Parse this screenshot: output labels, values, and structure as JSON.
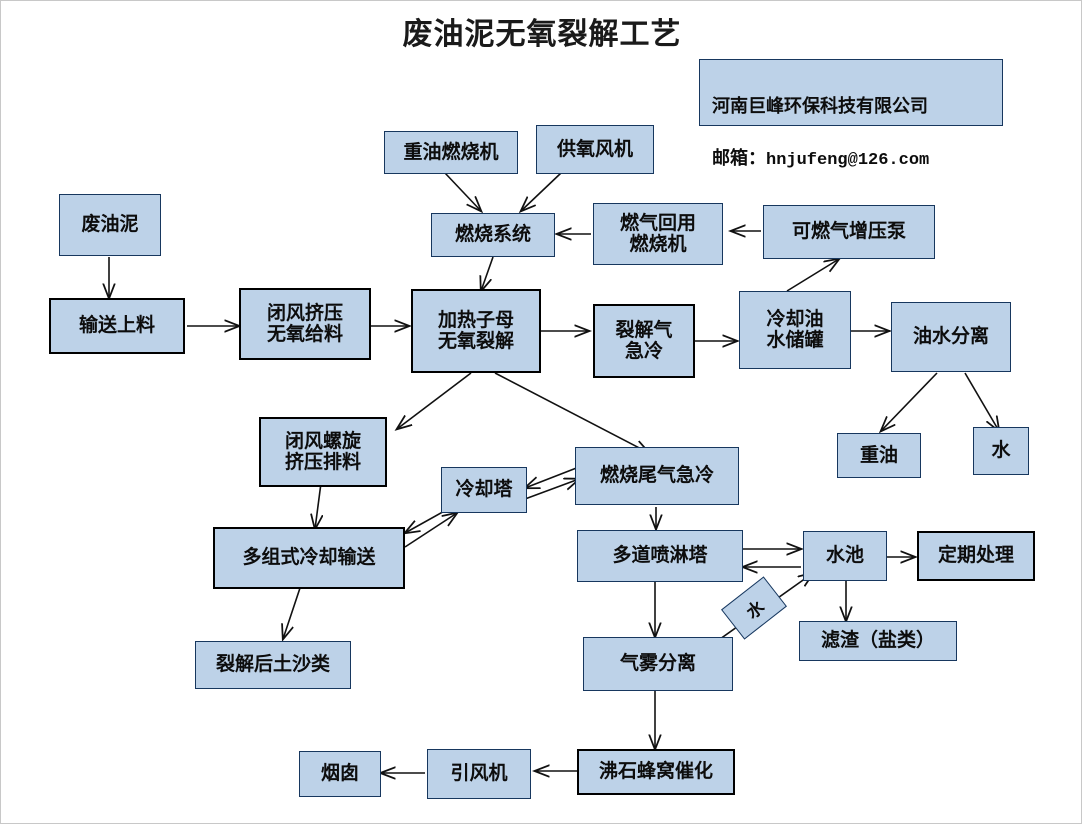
{
  "page": {
    "title": "废油泥无氧裂解工艺",
    "background_color": "#ffffff",
    "node_fill_color": "#bdd2e8",
    "node_border_color": "#17375e"
  },
  "info": {
    "company": "河南巨峰环保科技有限公司",
    "email_label": "邮箱：",
    "email": "hnjufeng@126.com"
  },
  "nodes": {
    "heavy_oil_burner": "重油燃烧机",
    "oxygen_fan": "供氧风机",
    "combustion_system": "燃烧系统",
    "gas_reuse_burner": "燃气回用\n燃烧机",
    "combustible_gas_pump": "可燃气增压泵",
    "waste_oil_sludge": "废油泥",
    "conveying_feeding": "输送上料",
    "airlock_extrusion_feed": "闭风挤压\n无氧给料",
    "heating_pyrolysis": "加热子母\n无氧裂解",
    "pyrolysis_gas_quench": "裂解气\n急冷",
    "cooling_oil_water_tank": "冷却油\n水储罐",
    "oil_water_separation": "油水分离",
    "heavy_oil": "重油",
    "water_out": "水",
    "airlock_screw_discharge": "闭风螺旋\n挤压排料",
    "cooling_tower": "冷却塔",
    "flue_gas_quench": "燃烧尾气急冷",
    "multi_group_cooling_conveying": "多组式冷却输送",
    "multi_stage_spray_tower": "多道喷淋塔",
    "water_pool": "水池",
    "periodic_treatment": "定期处理",
    "filter_residue": "滤渣（盐类）",
    "pyrolyzed_soil_sand": "裂解后土沙类",
    "mist_separation": "气雾分离",
    "zeolite_honeycomb_catalysis": "沸石蜂窝催化",
    "induced_draft_fan": "引风机",
    "chimney": "烟囱",
    "water_tag": "水"
  }
}
